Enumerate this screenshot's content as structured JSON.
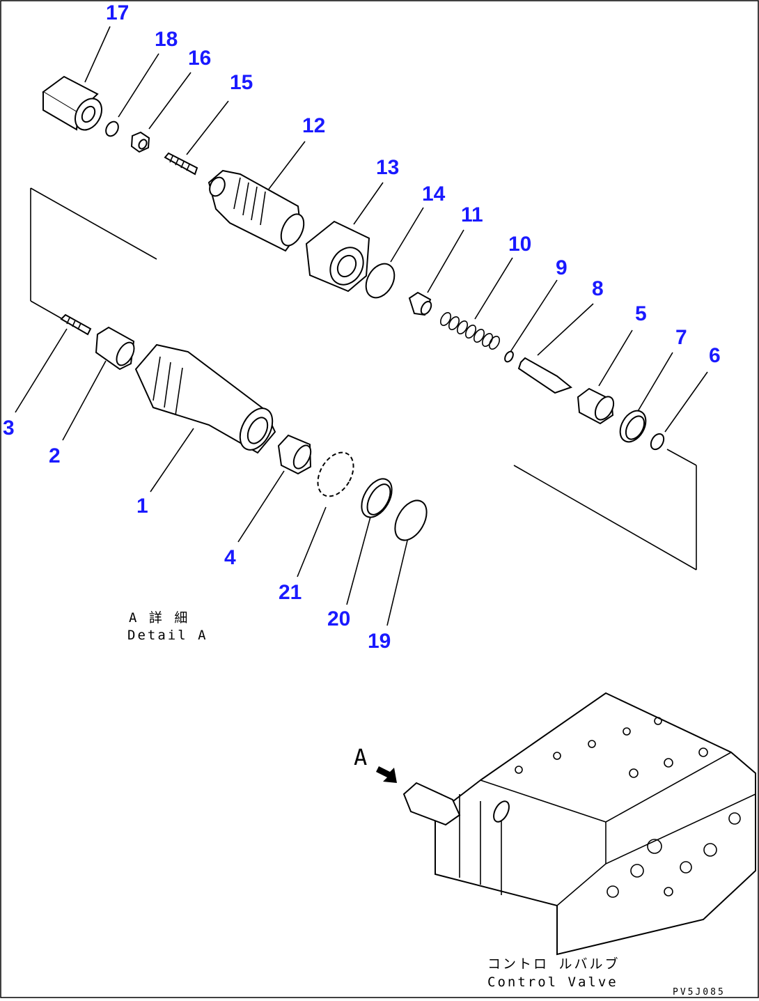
{
  "callouts": [
    {
      "id": "17",
      "text": "17"
    },
    {
      "id": "18",
      "text": "18"
    },
    {
      "id": "16",
      "text": "16"
    },
    {
      "id": "15",
      "text": "15"
    },
    {
      "id": "12",
      "text": "12"
    },
    {
      "id": "13",
      "text": "13"
    },
    {
      "id": "14",
      "text": "14"
    },
    {
      "id": "11",
      "text": "11"
    },
    {
      "id": "10",
      "text": "10"
    },
    {
      "id": "9",
      "text": "9"
    },
    {
      "id": "8",
      "text": "8"
    },
    {
      "id": "5",
      "text": "5"
    },
    {
      "id": "7",
      "text": "7"
    },
    {
      "id": "6",
      "text": "6"
    },
    {
      "id": "3",
      "text": "3"
    },
    {
      "id": "2",
      "text": "2"
    },
    {
      "id": "1",
      "text": "1"
    },
    {
      "id": "4",
      "text": "4"
    },
    {
      "id": "21",
      "text": "21"
    },
    {
      "id": "20",
      "text": "20"
    },
    {
      "id": "19",
      "text": "19"
    }
  ],
  "detail_caption": {
    "line1": "A 詳 細",
    "line2": "Detail A"
  },
  "view_arrow_label": "A",
  "assembly_caption": {
    "line1": "コントロ ルバルブ",
    "line2": "Control Valve"
  },
  "drawing_code": "PV5J085",
  "colors": {
    "callout": "#1a1aff",
    "line": "#000000",
    "background": "#ffffff"
  }
}
